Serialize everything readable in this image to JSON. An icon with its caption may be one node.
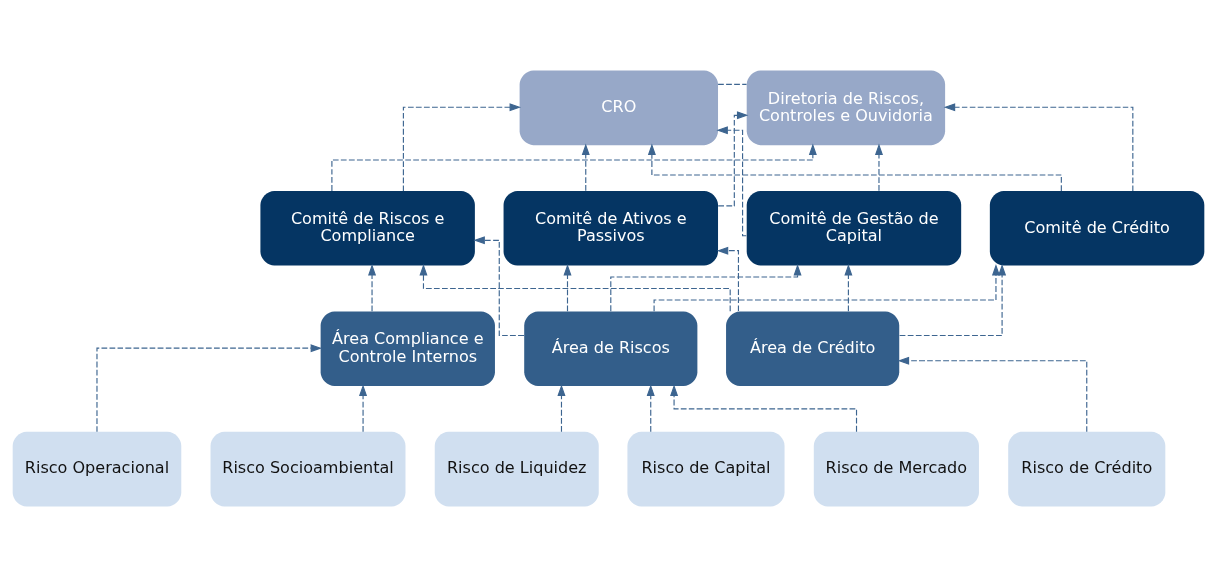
{
  "diagram": {
    "nodes": [
      {
        "text": [
          "CRO"
        ]
      },
      {
        "text": [
          "Diretoria de Riscos, Controles e Ouvidoria"
        ]
      },
      {
        "text": [
          "Comitê de Riscos e Compliance"
        ]
      },
      {
        "text": [
          "Comitê de Ativos e Passivos"
        ]
      },
      {
        "text": [
          "Comitê de Gestão de Capital"
        ]
      },
      {
        "text": [
          "Comitê de Crédito"
        ]
      },
      {
        "text": [
          "Área Compliance e Controle Internos"
        ]
      },
      {
        "text": [
          "Área de Riscos"
        ]
      },
      {
        "text": [
          "Área de Crédito"
        ]
      },
      {
        "text": [
          "Risco Operacional"
        ]
      },
      {
        "text": [
          "Risco Socioambiental"
        ]
      },
      {
        "text": [
          "Risco de Liquidez"
        ]
      },
      {
        "text": [
          "Risco de Capital"
        ]
      },
      {
        "text": [
          "Risco de Mercado"
        ]
      },
      {
        "text": [
          "Risco de Crédito"
        ]
      }
    ],
    "edges": [
      {
        "from": 0,
        "to": 1,
        "arrow": "none",
        "style": "dashed"
      },
      {
        "from": 2,
        "to": 0,
        "arrow": "to",
        "style": "dashed"
      },
      {
        "from": 3,
        "to": 0,
        "arrow": "to",
        "style": "dashed"
      },
      {
        "from": 4,
        "to": 0,
        "arrow": "to",
        "style": "dashed"
      },
      {
        "from": 5,
        "to": 0,
        "arrow": "to",
        "style": "dashed"
      },
      {
        "from": 2,
        "to": 1,
        "arrow": "to",
        "style": "dashed"
      },
      {
        "from": 3,
        "to": 1,
        "arrow": "to",
        "style": "dashed"
      },
      {
        "from": 4,
        "to": 1,
        "arrow": "to",
        "style": "dashed"
      },
      {
        "from": 5,
        "to": 1,
        "arrow": "to",
        "style": "dashed"
      },
      {
        "from": 7,
        "to": 2,
        "arrow": "to",
        "style": "dashed"
      },
      {
        "from": 7,
        "to": 3,
        "arrow": "to",
        "style": "dashed"
      },
      {
        "from": 7,
        "to": 4,
        "arrow": "to",
        "style": "dashed"
      },
      {
        "from": 7,
        "to": 5,
        "arrow": "to",
        "style": "dashed"
      },
      {
        "from": 8,
        "to": 2,
        "arrow": "to",
        "style": "dashed"
      },
      {
        "from": 8,
        "to": 3,
        "arrow": "to",
        "style": "dashed"
      },
      {
        "from": 8,
        "to": 4,
        "arrow": "to",
        "style": "dashed"
      },
      {
        "from": 8,
        "to": 5,
        "arrow": "to",
        "style": "dashed"
      },
      {
        "from": 6,
        "to": 2,
        "arrow": "to",
        "style": "dashed"
      },
      {
        "from": 9,
        "to": 6,
        "arrow": "to",
        "style": "dashed"
      },
      {
        "from": 10,
        "to": 6,
        "arrow": "to",
        "style": "dashed"
      },
      {
        "from": 11,
        "to": 7,
        "arrow": "to",
        "style": "dashed"
      },
      {
        "from": 12,
        "to": 7,
        "arrow": "to",
        "style": "dashed"
      },
      {
        "from": 13,
        "to": 7,
        "arrow": "to",
        "style": "dashed"
      },
      {
        "from": 14,
        "to": 8,
        "arrow": "to",
        "style": "dashed"
      }
    ]
  }
}
